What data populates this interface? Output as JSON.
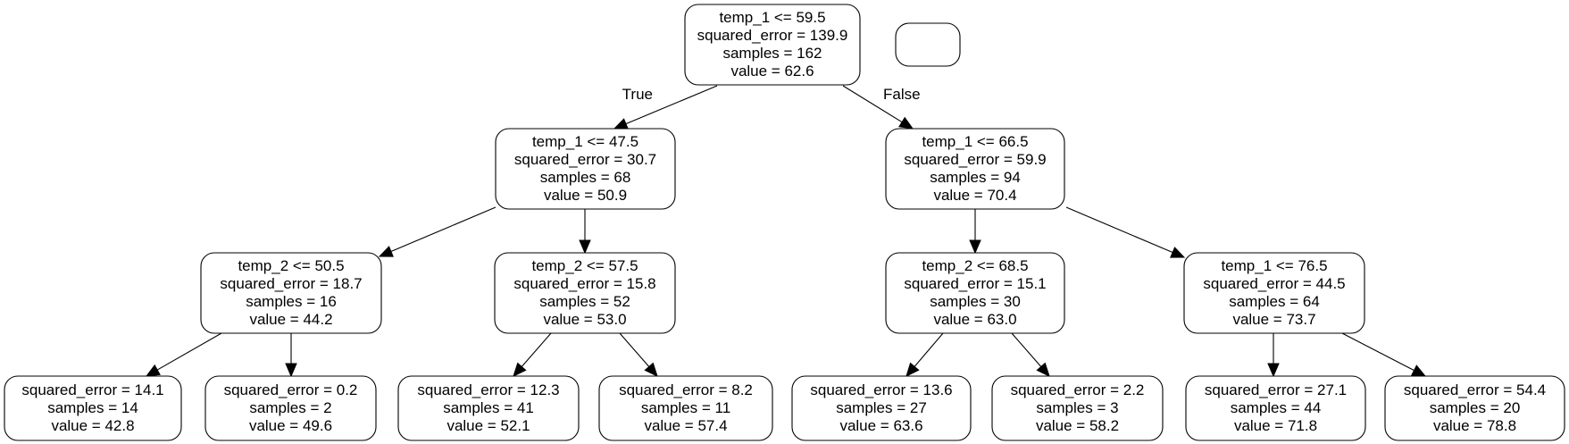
{
  "tree": {
    "nodes": [
      {
        "id": "n0",
        "lines": [
          "temp_1 <= 59.5",
          "squared_error = 139.9",
          "samples = 162",
          "value = 62.6"
        ]
      },
      {
        "id": "n1",
        "lines": [
          "temp_1 <= 47.5",
          "squared_error = 30.7",
          "samples = 68",
          "value = 50.9"
        ]
      },
      {
        "id": "n2",
        "lines": [
          "temp_1 <= 66.5",
          "squared_error = 59.9",
          "samples = 94",
          "value = 70.4"
        ]
      },
      {
        "id": "n3",
        "lines": [
          "temp_2 <= 50.5",
          "squared_error = 18.7",
          "samples = 16",
          "value = 44.2"
        ]
      },
      {
        "id": "n4",
        "lines": [
          "temp_2 <= 57.5",
          "squared_error = 15.8",
          "samples = 52",
          "value = 53.0"
        ]
      },
      {
        "id": "n5",
        "lines": [
          "temp_2 <= 68.5",
          "squared_error = 15.1",
          "samples = 30",
          "value = 63.0"
        ]
      },
      {
        "id": "n6",
        "lines": [
          "temp_1 <= 76.5",
          "squared_error = 44.5",
          "samples = 64",
          "value = 73.7"
        ]
      },
      {
        "id": "n7",
        "lines": [
          "squared_error = 14.1",
          "samples = 14",
          "value = 42.8"
        ]
      },
      {
        "id": "n8",
        "lines": [
          "squared_error = 0.2",
          "samples = 2",
          "value = 49.6"
        ]
      },
      {
        "id": "n9",
        "lines": [
          "squared_error = 12.3",
          "samples = 41",
          "value = 52.1"
        ]
      },
      {
        "id": "n10",
        "lines": [
          "squared_error = 8.2",
          "samples = 11",
          "value = 57.4"
        ]
      },
      {
        "id": "n11",
        "lines": [
          "squared_error = 13.6",
          "samples = 27",
          "value = 63.6"
        ]
      },
      {
        "id": "n12",
        "lines": [
          "squared_error = 2.2",
          "samples = 3",
          "value = 58.2"
        ]
      },
      {
        "id": "n13",
        "lines": [
          "squared_error = 27.1",
          "samples = 44",
          "value = 71.8"
        ]
      },
      {
        "id": "n14",
        "lines": [
          "squared_error = 54.4",
          "samples = 20",
          "value = 78.8"
        ]
      },
      {
        "id": "empty",
        "lines": []
      }
    ],
    "edges": [
      {
        "from": "n0",
        "to": "n1",
        "label": "True"
      },
      {
        "from": "n0",
        "to": "n2",
        "label": "False"
      },
      {
        "from": "n1",
        "to": "n3",
        "label": ""
      },
      {
        "from": "n1",
        "to": "n4",
        "label": ""
      },
      {
        "from": "n2",
        "to": "n5",
        "label": ""
      },
      {
        "from": "n2",
        "to": "n6",
        "label": ""
      },
      {
        "from": "n3",
        "to": "n7",
        "label": ""
      },
      {
        "from": "n3",
        "to": "n8",
        "label": ""
      },
      {
        "from": "n4",
        "to": "n9",
        "label": ""
      },
      {
        "from": "n4",
        "to": "n10",
        "label": ""
      },
      {
        "from": "n5",
        "to": "n11",
        "label": ""
      },
      {
        "from": "n5",
        "to": "n12",
        "label": ""
      },
      {
        "from": "n6",
        "to": "n13",
        "label": ""
      },
      {
        "from": "n6",
        "to": "n14",
        "label": ""
      }
    ]
  }
}
